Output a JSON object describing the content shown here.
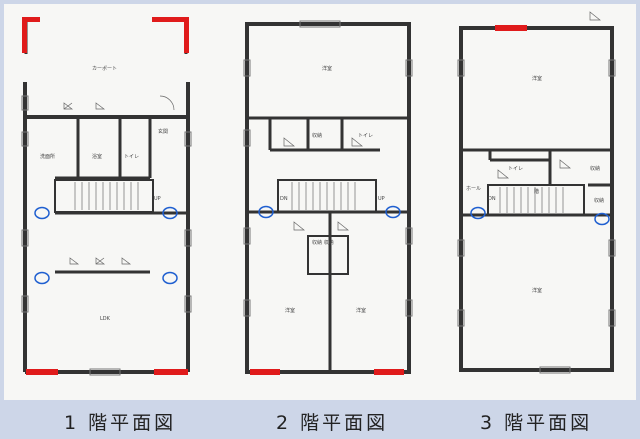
{
  "floors": [
    {
      "caption": "1 階平面図",
      "rooms": {
        "carport": "カーポート",
        "washroom": "洗面所",
        "bath": "浴室",
        "toilet": "トイレ",
        "entrance": "玄関",
        "up": "UP",
        "ldk": "LDK"
      }
    },
    {
      "caption": "2 階平面図",
      "rooms": {
        "western1": "洋室",
        "storage": "収納",
        "toilet": "トイレ",
        "dn": "DN",
        "up": "UP",
        "storage2": "収納 収納",
        "western2": "洋室",
        "western3": "洋室"
      }
    },
    {
      "caption": "3 階平面図",
      "rooms": {
        "western1": "洋室",
        "toilet": "トイレ",
        "storage": "収納",
        "hall": "ホール",
        "hall2": "階",
        "dn": "DN",
        "storage2": "収納",
        "western2": "洋室"
      }
    }
  ],
  "colors": {
    "wall": "#333333",
    "highlight": "#e01b1b",
    "marker": "#1f5fd0",
    "paper": "#f7f7f5",
    "background": "#cdd6e8"
  }
}
